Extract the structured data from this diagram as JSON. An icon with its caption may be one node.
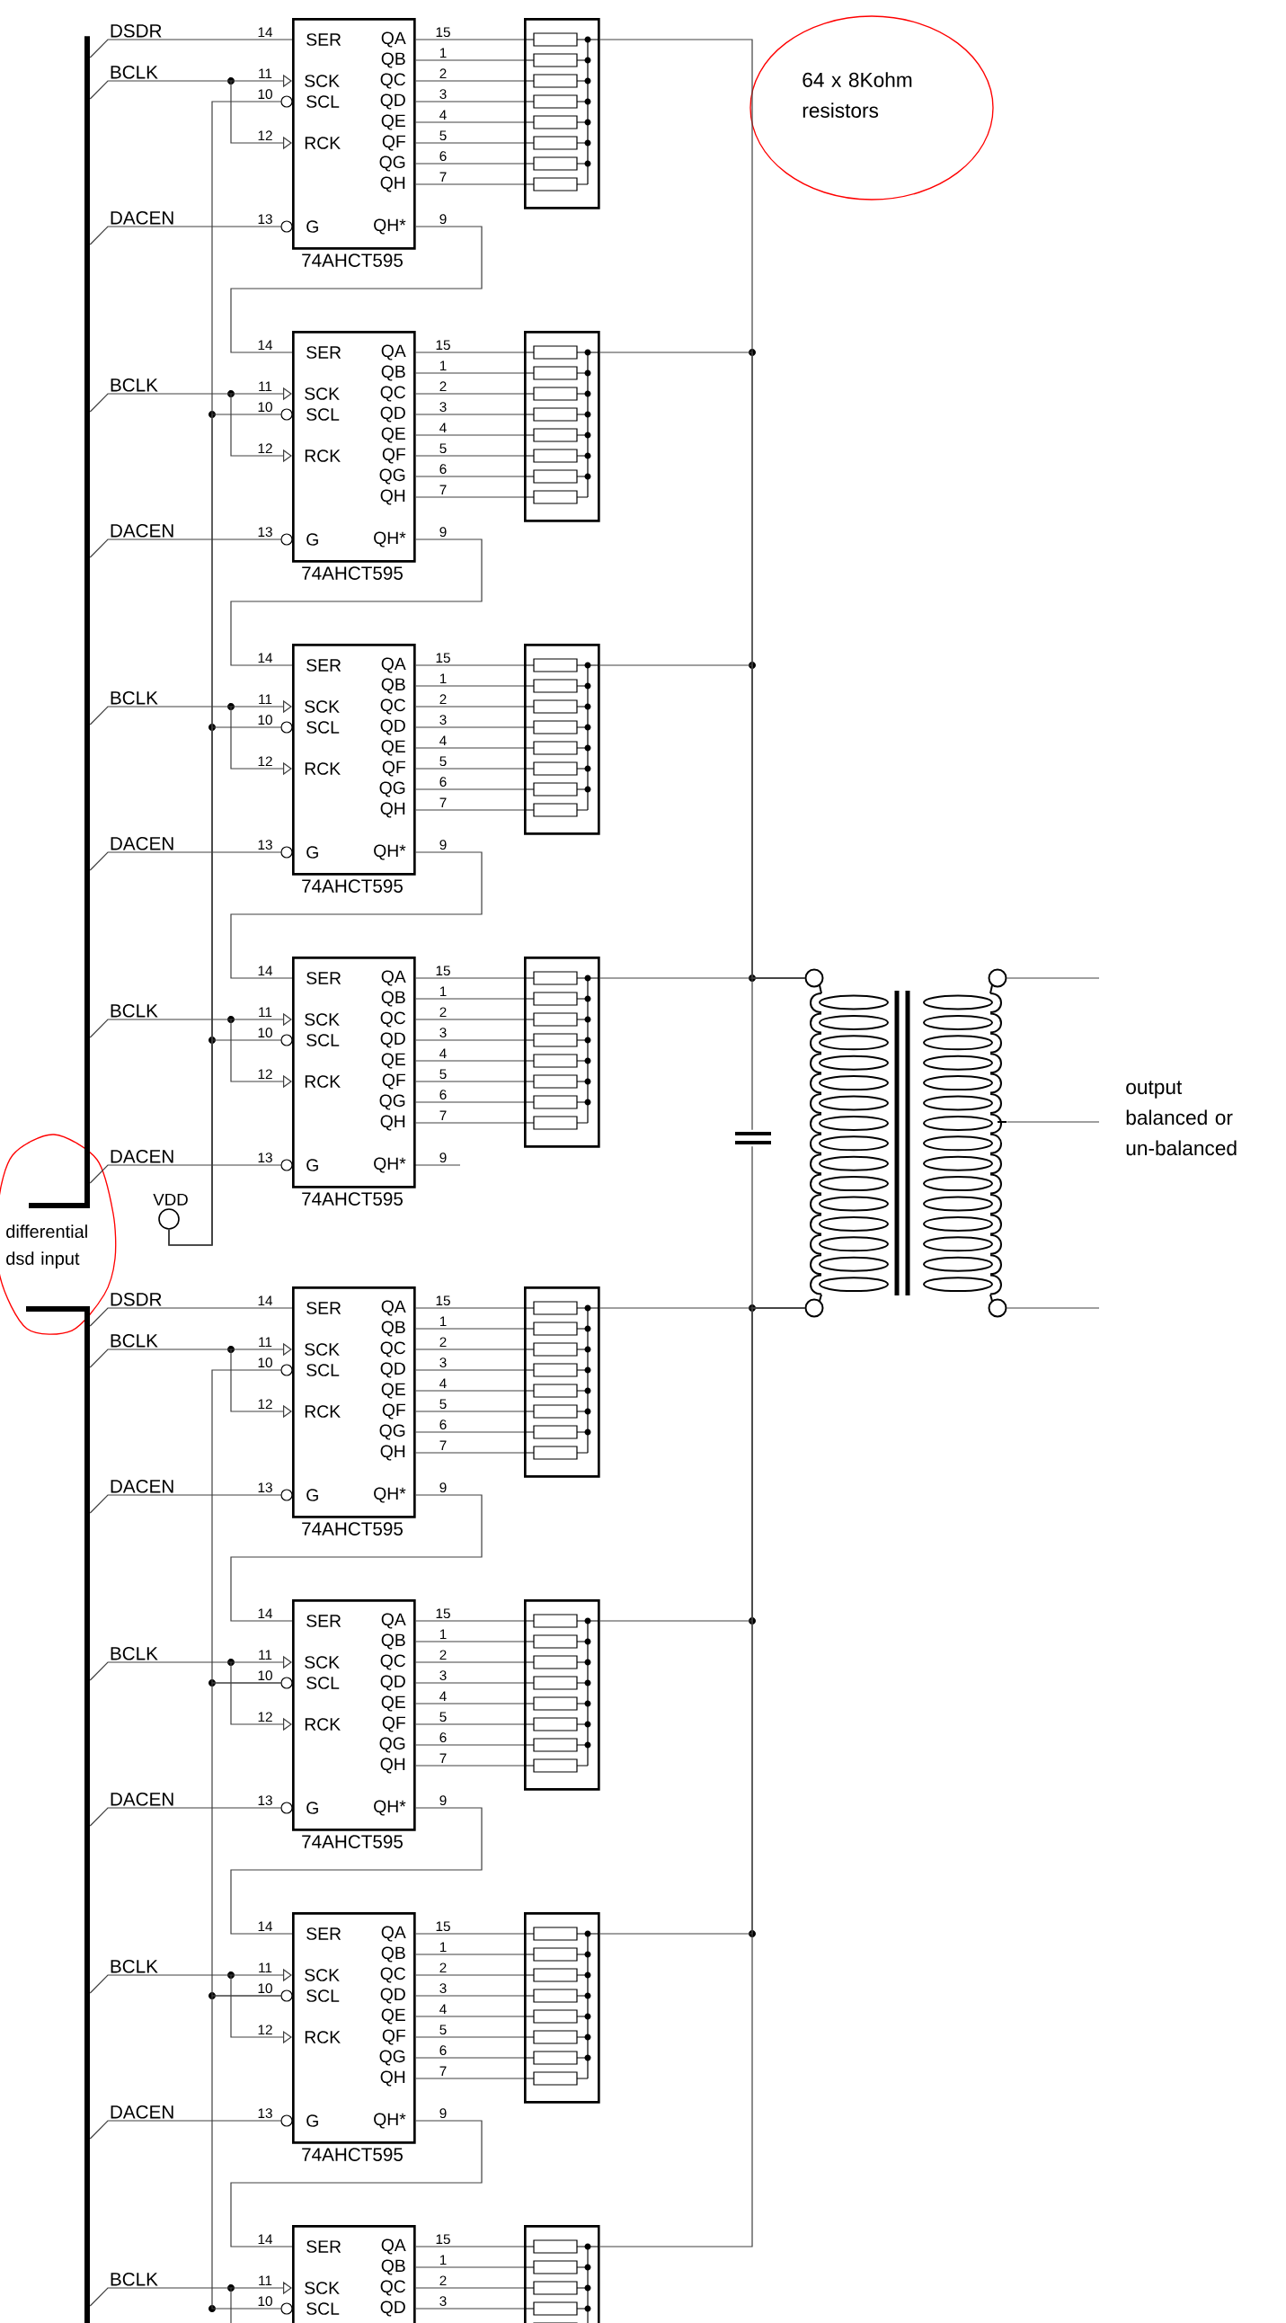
{
  "diagram": {
    "nodes": [
      {
        "text": [],
        "shape": "bar"
      },
      {
        "text": [
          "SER",
          "QA",
          "QB",
          "SCK",
          "QC",
          "SCL",
          "QD",
          "QE",
          "RCK",
          "QF",
          "QG",
          "QH",
          "G",
          "QH*"
        ],
        "beside": [
          "14",
          "15",
          "1",
          "11",
          "2",
          "10",
          "3",
          "4",
          "12",
          "5",
          "6",
          "7",
          "13",
          "9",
          "74AHCT595"
        ]
      },
      {
        "text": [],
        "shape": "box"
      },
      {
        "text": [
          "SER",
          "QA",
          "QB",
          "SCK",
          "QC",
          "SCL",
          "QD",
          "QE",
          "RCK",
          "QF",
          "QG",
          "QH",
          "G",
          "QH*"
        ],
        "beside": [
          "14",
          "15",
          "1",
          "11",
          "2",
          "10",
          "3",
          "4",
          "12",
          "5",
          "6",
          "7",
          "13",
          "9",
          "74AHCT595"
        ]
      },
      {
        "text": [],
        "shape": "box"
      },
      {
        "text": [
          "SER",
          "QA",
          "QB",
          "SCK",
          "QC",
          "SCL",
          "QD",
          "QE",
          "RCK",
          "QF",
          "QG",
          "QH",
          "G",
          "QH*"
        ],
        "beside": [
          "14",
          "15",
          "1",
          "11",
          "2",
          "10",
          "3",
          "4",
          "12",
          "5",
          "6",
          "7",
          "13",
          "9",
          "74AHCT595"
        ]
      },
      {
        "text": [],
        "shape": "box"
      },
      {
        "text": [
          "SER",
          "QA",
          "QB",
          "SCK",
          "QC",
          "SCL",
          "QD",
          "QE",
          "RCK",
          "QF",
          "QG",
          "QH",
          "G",
          "QH*"
        ],
        "beside": [
          "14",
          "15",
          "1",
          "11",
          "2",
          "10",
          "3",
          "4",
          "12",
          "5",
          "6",
          "7",
          "13",
          "9",
          "74AHCT595"
        ]
      },
      {
        "text": [],
        "shape": "box"
      },
      {
        "text": [],
        "shape": "picture"
      },
      {
        "text": [],
        "shape": "picture"
      },
      {
        "text": [
          "VDD"
        ]
      },
      {
        "text": [],
        "shape": "bar"
      },
      {
        "text": [
          "SER",
          "QA",
          "QB",
          "SCK",
          "QC",
          "SCL",
          "QD",
          "QE",
          "RCK",
          "QF",
          "QG",
          "QH",
          "G",
          "QH*"
        ],
        "beside": [
          "14",
          "15",
          "1",
          "11",
          "2",
          "10",
          "3",
          "4",
          "12",
          "5",
          "6",
          "7",
          "13",
          "9",
          "74AHCT595"
        ]
      },
      {
        "text": [],
        "shape": "box"
      },
      {
        "text": [
          "SER",
          "QA",
          "QB",
          "SCK",
          "QC",
          "SCL",
          "QD",
          "QE",
          "RCK",
          "QF",
          "QG",
          "QH",
          "G",
          "QH*"
        ],
        "beside": [
          "14",
          "15",
          "1",
          "11",
          "2",
          "10",
          "3",
          "4",
          "12",
          "5",
          "6",
          "7",
          "13",
          "9",
          "74AHCT595"
        ]
      },
      {
        "text": [],
        "shape": "box"
      },
      {
        "text": [
          "SER",
          "QA",
          "QB",
          "SCK",
          "QC",
          "SCL",
          "QD",
          "QE",
          "RCK",
          "QF",
          "QG",
          "QH",
          "G",
          "QH*"
        ],
        "beside": [
          "14",
          "15",
          "1",
          "11",
          "2",
          "10",
          "3",
          "4",
          "12",
          "5",
          "6",
          "7",
          "13",
          "9",
          "74AHCT595"
        ]
      },
      {
        "text": [],
        "shape": "box"
      },
      {
        "text": [
          "SER",
          "QA",
          "QB",
          "SCK",
          "QC",
          "SCL",
          "QD"
        ],
        "beside": [
          "14",
          "15",
          "1",
          "11",
          "2",
          "10",
          "3"
        ]
      },
      {
        "text": [],
        "shape": "box"
      }
    ],
    "edges": [
      {
        "from": 0,
        "to": 1,
        "arrow": "none",
        "label": "DSDR"
      },
      {
        "from": 0,
        "to": 1,
        "arrow": "to",
        "label": "BCLK"
      },
      {
        "from": 0,
        "to": 1,
        "arrow": "none",
        "label": "DACEN"
      },
      {
        "from": 1,
        "to": 2,
        "arrow": "none"
      },
      {
        "from": 1,
        "to": 2,
        "arrow": "none"
      },
      {
        "from": 1,
        "to": 2,
        "arrow": "none"
      },
      {
        "from": 1,
        "to": 2,
        "arrow": "none"
      },
      {
        "from": 1,
        "to": 2,
        "arrow": "none"
      },
      {
        "from": 1,
        "to": 2,
        "arrow": "none"
      },
      {
        "from": 1,
        "to": 2,
        "arrow": "none"
      },
      {
        "from": 1,
        "to": 2,
        "arrow": "none"
      },
      {
        "from": 1,
        "to": 3,
        "arrow": "none"
      },
      {
        "from": 0,
        "to": 3,
        "arrow": "to",
        "label": "BCLK"
      },
      {
        "from": 0,
        "to": 3,
        "arrow": "none",
        "label": "DACEN"
      },
      {
        "from": 3,
        "to": 4,
        "arrow": "none"
      },
      {
        "from": 3,
        "to": 4,
        "arrow": "none"
      },
      {
        "from": 3,
        "to": 4,
        "arrow": "none"
      },
      {
        "from": 3,
        "to": 4,
        "arrow": "none"
      },
      {
        "from": 3,
        "to": 4,
        "arrow": "none"
      },
      {
        "from": 3,
        "to": 4,
        "arrow": "none"
      },
      {
        "from": 3,
        "to": 4,
        "arrow": "none"
      },
      {
        "from": 3,
        "to": 4,
        "arrow": "none"
      },
      {
        "from": 3,
        "to": 5,
        "arrow": "none"
      },
      {
        "from": 0,
        "to": 5,
        "arrow": "to",
        "label": "BCLK"
      },
      {
        "from": 0,
        "to": 5,
        "arrow": "none",
        "label": "DACEN"
      },
      {
        "from": 5,
        "to": 6,
        "arrow": "none"
      },
      {
        "from": 5,
        "to": 6,
        "arrow": "none"
      },
      {
        "from": 5,
        "to": 6,
        "arrow": "none"
      },
      {
        "from": 5,
        "to": 6,
        "arrow": "none"
      },
      {
        "from": 5,
        "to": 6,
        "arrow": "none"
      },
      {
        "from": 5,
        "to": 6,
        "arrow": "none"
      },
      {
        "from": 5,
        "to": 6,
        "arrow": "none"
      },
      {
        "from": 5,
        "to": 6,
        "arrow": "none"
      },
      {
        "from": 5,
        "to": 7,
        "arrow": "none"
      },
      {
        "from": 0,
        "to": 7,
        "arrow": "to",
        "label": "BCLK"
      },
      {
        "from": 0,
        "to": 7,
        "arrow": "none",
        "label": "DACEN"
      },
      {
        "from": 7,
        "to": 8,
        "arrow": "none"
      },
      {
        "from": 7,
        "to": 8,
        "arrow": "none"
      },
      {
        "from": 7,
        "to": 8,
        "arrow": "none"
      },
      {
        "from": 7,
        "to": 8,
        "arrow": "none"
      },
      {
        "from": 7,
        "to": 8,
        "arrow": "none"
      },
      {
        "from": 7,
        "to": 8,
        "arrow": "none"
      },
      {
        "from": 7,
        "to": 8,
        "arrow": "none"
      },
      {
        "from": 7,
        "to": 8,
        "arrow": "none"
      },
      {
        "from": 12,
        "to": 13,
        "arrow": "none",
        "label": "DSDR"
      },
      {
        "from": 12,
        "to": 13,
        "arrow": "to",
        "label": "BCLK"
      },
      {
        "from": 12,
        "to": 13,
        "arrow": "none",
        "label": "DACEN"
      },
      {
        "from": 13,
        "to": 14,
        "arrow": "none"
      },
      {
        "from": 13,
        "to": 14,
        "arrow": "none"
      },
      {
        "from": 13,
        "to": 14,
        "arrow": "none"
      },
      {
        "from": 13,
        "to": 14,
        "arrow": "none"
      },
      {
        "from": 13,
        "to": 14,
        "arrow": "none"
      },
      {
        "from": 13,
        "to": 14,
        "arrow": "none"
      },
      {
        "from": 13,
        "to": 14,
        "arrow": "none"
      },
      {
        "from": 13,
        "to": 14,
        "arrow": "none"
      },
      {
        "from": 13,
        "to": 15,
        "arrow": "none"
      },
      {
        "from": 12,
        "to": 15,
        "arrow": "to",
        "label": "BCLK"
      },
      {
        "from": 12,
        "to": 15,
        "arrow": "none",
        "label": "DACEN"
      },
      {
        "from": 15,
        "to": 16,
        "arrow": "none"
      },
      {
        "from": 15,
        "to": 16,
        "arrow": "none"
      },
      {
        "from": 15,
        "to": 16,
        "arrow": "none"
      },
      {
        "from": 15,
        "to": 16,
        "arrow": "none"
      },
      {
        "from": 15,
        "to": 16,
        "arrow": "none"
      },
      {
        "from": 15,
        "to": 16,
        "arrow": "none"
      },
      {
        "from": 15,
        "to": 16,
        "arrow": "none"
      },
      {
        "from": 15,
        "to": 16,
        "arrow": "none"
      },
      {
        "from": 15,
        "to": 17,
        "arrow": "none"
      },
      {
        "from": 12,
        "to": 17,
        "arrow": "to",
        "label": "BCLK"
      },
      {
        "from": 12,
        "to": 17,
        "arrow": "none",
        "label": "DACEN"
      },
      {
        "from": 17,
        "to": 18,
        "arrow": "none"
      },
      {
        "from": 17,
        "to": 18,
        "arrow": "none"
      },
      {
        "from": 17,
        "to": 18,
        "arrow": "none"
      },
      {
        "from": 17,
        "to": 18,
        "arrow": "none"
      },
      {
        "from": 17,
        "to": 18,
        "arrow": "none"
      },
      {
        "from": 17,
        "to": 18,
        "arrow": "none"
      },
      {
        "from": 17,
        "to": 18,
        "arrow": "none"
      },
      {
        "from": 17,
        "to": 18,
        "arrow": "none"
      },
      {
        "from": 17,
        "to": 19,
        "arrow": "none"
      },
      {
        "from": 12,
        "to": 19,
        "arrow": "to",
        "label": "BCLK"
      },
      {
        "from": 19,
        "to": 20,
        "arrow": "none"
      },
      {
        "from": 19,
        "to": 20,
        "arrow": "none"
      },
      {
        "from": 19,
        "to": 20,
        "arrow": "none"
      },
      {
        "from": 19,
        "to": 20,
        "arrow": "none"
      },
      {
        "from": 11,
        "to": 1,
        "arrow": "none"
      },
      {
        "from": 11,
        "to": 3,
        "arrow": "none"
      },
      {
        "from": 11,
        "to": 5,
        "arrow": "none"
      },
      {
        "from": 11,
        "to": 7,
        "arrow": "none"
      },
      {
        "from": 13,
        "to": 15,
        "arrow": "none"
      },
      {
        "from": 15,
        "to": 17,
        "arrow": "none"
      },
      {
        "from": 17,
        "to": 19,
        "arrow": "none"
      },
      {
        "from": 2,
        "to": 9,
        "arrow": "none"
      },
      {
        "from": 4,
        "to": 9,
        "arrow": "none"
      },
      {
        "from": 6,
        "to": 9,
        "arrow": "none"
      },
      {
        "from": 8,
        "to": 9,
        "arrow": "none"
      },
      {
        "from": 14,
        "to": 9,
        "arrow": "none"
      },
      {
        "from": 16,
        "to": 9,
        "arrow": "none"
      },
      {
        "from": 18,
        "to": 9,
        "arrow": "none"
      },
      {
        "from": 20,
        "to": 9,
        "arrow": "none"
      },
      {
        "from": 10,
        "to": 9,
        "arrow": "none"
      },
      {
        "from": 10,
        "to": 9,
        "arrow": "none"
      },
      {
        "from": 9,
        "to": null,
        "arrow": "none"
      },
      {
        "from": 9,
        "to": null,
        "arrow": "none"
      },
      {
        "from": 9,
        "to": null,
        "arrow": "none"
      }
    ],
    "labels": [
      "64 x 8Kohm resistors",
      "output balanced or un-balanced",
      "differential dsd input"
    ]
  }
}
